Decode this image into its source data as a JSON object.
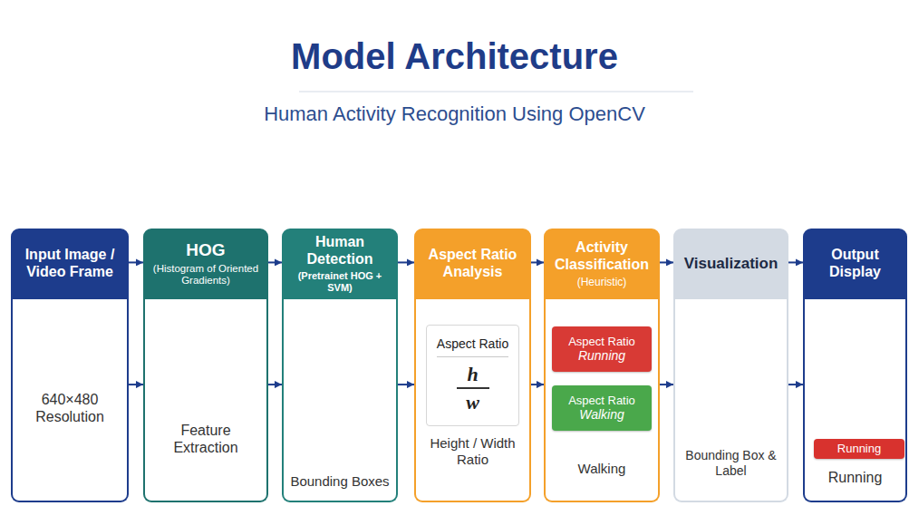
{
  "diagram": {
    "title": "Model Architecture",
    "nodes": [
      {
        "text": [
          "Input Image / Video Frame"
        ]
      },
      {
        "text": [
          "640×480 Resolution"
        ]
      },
      {
        "text": [
          "HOG",
          "(Histogram of Oriented Gradients)"
        ]
      },
      {
        "text": [
          "Feature Extraction"
        ]
      },
      {
        "text": [
          "Human Detection",
          "(Pretrainet HOG + SVM)"
        ]
      },
      {
        "text": [
          "Bounding Boxes"
        ]
      },
      {
        "text": [
          "Aspect Ratio Analysis"
        ]
      },
      {
        "text": [
          "Height / Width Ratio"
        ]
      },
      {
        "text": [
          "Aspect Ratio",
          "h",
          "w"
        ],
        "in": 7
      },
      {
        "text": [
          "Activity Classification",
          "(Heuristic)"
        ]
      },
      {
        "text": [
          "Walking"
        ]
      },
      {
        "text": [
          "Aspect Ratio",
          "Running"
        ],
        "in": 10
      },
      {
        "text": [
          "Aspect Ratio",
          "Walking"
        ],
        "in": 10
      },
      {
        "text": [
          "Visualization"
        ]
      },
      {
        "text": [
          "Bounding Box & Label"
        ]
      },
      {
        "text": [
          "Output Display"
        ]
      },
      {
        "text": [
          "Running"
        ]
      },
      {
        "text": [
          "Running"
        ],
        "in": 16
      }
    ],
    "edges": [
      {
        "from": 0,
        "to": 2,
        "arrow": "to"
      },
      {
        "from": 2,
        "to": 4,
        "arrow": "to"
      },
      {
        "from": 4,
        "to": 6,
        "arrow": "to"
      },
      {
        "from": 6,
        "to": 9,
        "arrow": "to"
      },
      {
        "from": 9,
        "to": 13,
        "arrow": "to"
      },
      {
        "from": 13,
        "to": 15,
        "arrow": "to"
      },
      {
        "from": 1,
        "to": 3,
        "arrow": "to"
      },
      {
        "from": 3,
        "to": 5,
        "arrow": "to"
      },
      {
        "from": 5,
        "to": 7,
        "arrow": "to"
      },
      {
        "from": 7,
        "to": 10,
        "arrow": "to"
      },
      {
        "from": 10,
        "to": 14,
        "arrow": "to"
      },
      {
        "from": 14,
        "to": 16,
        "arrow": "to"
      }
    ],
    "labels": [
      "Human Activity Recognition Using OpenCV"
    ]
  }
}
